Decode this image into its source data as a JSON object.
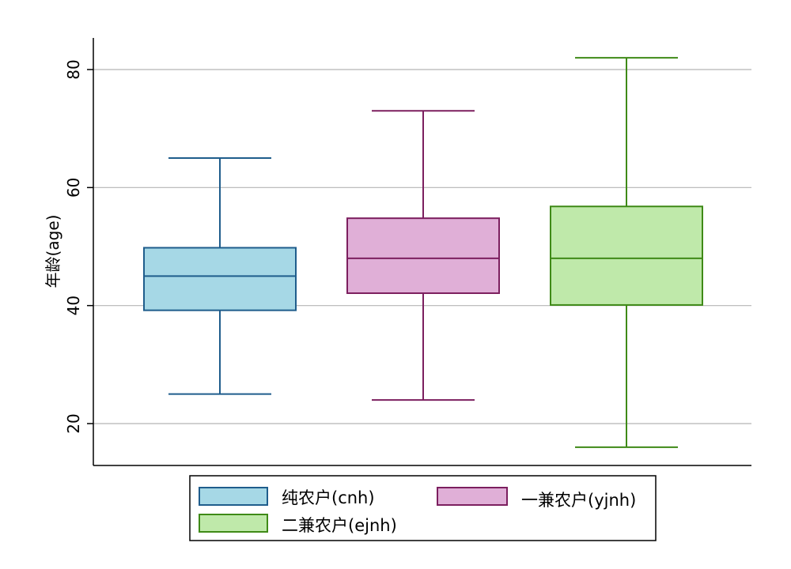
{
  "chart_data": {
    "type": "box",
    "ylabel": "年龄(age)",
    "ylim": [
      13,
      85
    ],
    "yticks": [
      20,
      40,
      60,
      80
    ],
    "grid": true,
    "legend_position": "bottom",
    "series": [
      {
        "name": "纯农户(cnh)",
        "min": 25,
        "q1": 39.2,
        "median": 45,
        "q3": 49.8,
        "max": 65,
        "stroke": "#1f5d8c",
        "fill": "#a6d8e6"
      },
      {
        "name": "一兼农户(yjnh)",
        "min": 24,
        "q1": 42.1,
        "median": 48,
        "q3": 54.8,
        "max": 73,
        "stroke": "#7c1f5f",
        "fill": "#e0afd7"
      },
      {
        "name": "二兼农户(ejnh)",
        "min": 16,
        "q1": 40.1,
        "median": 48,
        "q3": 56.8,
        "max": 82,
        "stroke": "#3f8a17",
        "fill": "#bfe9aa"
      }
    ]
  }
}
